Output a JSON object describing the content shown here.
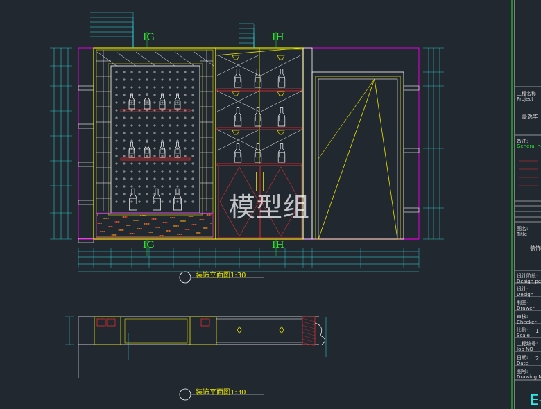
{
  "watermark": "模型组",
  "grid_labels": [
    "IG",
    "IH",
    "IG",
    "IH"
  ],
  "view_titles": {
    "elevation": "装饰立面图1:30",
    "plan": "装饰平面图1:30"
  },
  "title_block": {
    "project_cn": "工程名称",
    "project_en": "Project",
    "project_name": "豪逸华",
    "notes_cn": "备注:",
    "notes_en": "General no",
    "title_cn": "图名:",
    "title_en": "Title",
    "title_value": "装饰",
    "phase_cn": "设计阶段:",
    "phase_en": "Design per",
    "design_cn": "设计:",
    "design_en": "Design",
    "drawer_cn": "制图:",
    "drawer_en": "Drawer",
    "checker_cn": "审核:",
    "checker_en": "Checker",
    "scale_cn": "比例:",
    "scale_en": "Scale",
    "scale_value": "1",
    "jobno_cn": "工程编号:",
    "jobno_en": "Job NO",
    "date_cn": "日期:",
    "date_en": "Date",
    "date_value": "2",
    "drawingno_cn": "图号:",
    "drawingno_en": "Drawing N",
    "sheet_no": "E-"
  },
  "colors": {
    "background": "#212830",
    "frame": "#e000e0",
    "cabinet": "#e8e400",
    "shelf": "#e03030",
    "dimension": "#30e8e8",
    "hatch": "#30e830",
    "bottle": "#ffffff"
  }
}
